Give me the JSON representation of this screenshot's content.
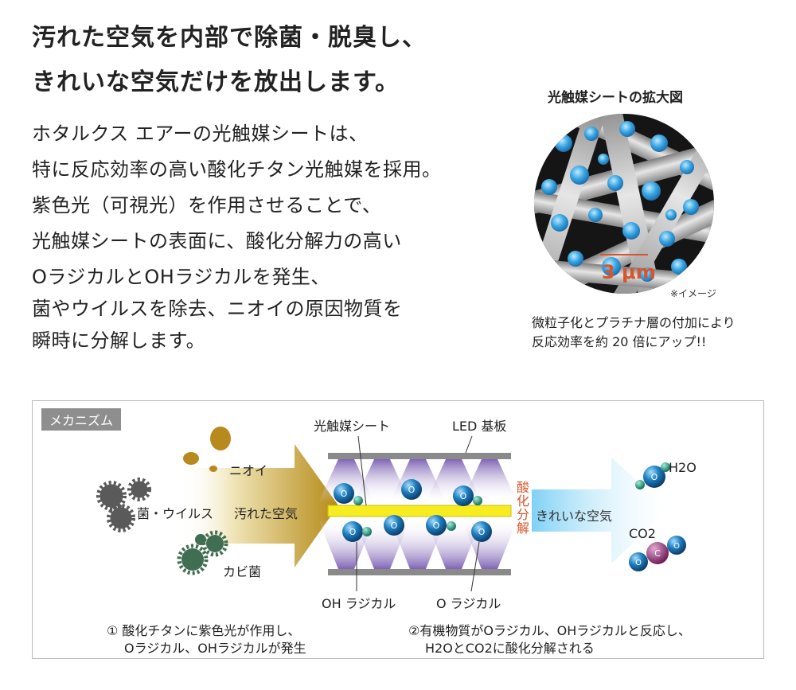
{
  "headline": {
    "line1": "汚れた空気を内部で除菌・脱臭し、",
    "line2": "きれいな空気だけを放出します。"
  },
  "body_lines": [
    "ホタルクス エアーの光触媒シートは、",
    "特に反応効率の高い酸化チタン光触媒を採用。",
    "紫色光（可視光）を作用させることで、",
    "光触媒シートの表面に、酸化分解力の高い",
    "OラジカルとOHラジカルを発生、",
    "菌やウイルスを除去、ニオイの原因物質を",
    "瞬時に分解します。"
  ],
  "zoom": {
    "title": "光触媒シートの拡大図",
    "scale_label": "3 μm",
    "note": "※イメージ",
    "caption_line1": "微粒子化とプラチナ層の付加により",
    "caption_line2": "反応効率を約 20 倍にアップ!!"
  },
  "mechanism": {
    "section_label": "メカニズム",
    "odor_label": "ニオイ",
    "bacteria_label": "菌・ウイルス",
    "mold_label": "カビ菌",
    "dirty_air_label": "汚れた空気",
    "sheet_label": "光触媒シート",
    "led_label": "LED 基板",
    "oxidation_label": "酸化分解",
    "clean_air_label": "きれいな空気",
    "oh_radical_label": "OH ラジカル",
    "o_radical_label": "O ラジカル",
    "h2o_label": "H2O",
    "co2_label": "CO2",
    "step1_line1": "① 酸化チタンに紫色光が作用し、",
    "step1_line2": "Oラジカル、OHラジカルが発生",
    "step2_line1": "②有機物質がOラジカル、OHラジカルと反応し、",
    "step2_line2": "H2OとCO2に酸化分解される"
  },
  "colors": {
    "headline_text": "#222222",
    "accent_orange": "#d9542b",
    "molecule_blue": "#1e7fbf",
    "radical_green": "#1f9a84",
    "sheet_yellow": "#f7ec1f",
    "led_gray": "#8a8a8a",
    "light_purple": "#7f64b5",
    "dirty_arrow": "#c29a2a",
    "clean_arrow": "#7fd1f5",
    "carbon_purple": "#9b3b7f",
    "bacteria_gray": "#5a5a5a",
    "mold_green": "#3f6e52",
    "odor_brown": "#b88a1e"
  },
  "icons": [
    "photocatalyst-zoom-image",
    "bacteria-icon",
    "mold-icon",
    "odor-icon",
    "o-radical-icon",
    "oh-radical-icon",
    "h2o-molecule-icon",
    "co2-molecule-icon"
  ]
}
